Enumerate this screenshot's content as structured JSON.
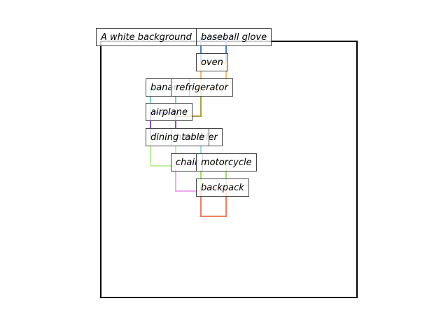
{
  "caption": "A white background",
  "labels": {
    "baseball_glove": "baseball glove",
    "oven": "oven",
    "banana": "banana",
    "refrigerator": "refrigerator",
    "airplane": "airplane",
    "hair_drier": "hair drier",
    "dining_table": "dining table",
    "chair": "chair",
    "motorcycle": "motorcycle",
    "backpack": "backpack"
  },
  "colors": {
    "frame": "#000000",
    "baseball_glove": "#4f7fbf",
    "oven": "#f0c070",
    "banana": "#7fd0c0",
    "refrigerator": "#b0a040",
    "airplane": "#8050d0",
    "hair_drier": "#a0d8f0",
    "dining_table": "#c0f0a0",
    "chair": "#f0a8f0",
    "motorcycle": "#a0e070",
    "backpack": "#f08060"
  }
}
